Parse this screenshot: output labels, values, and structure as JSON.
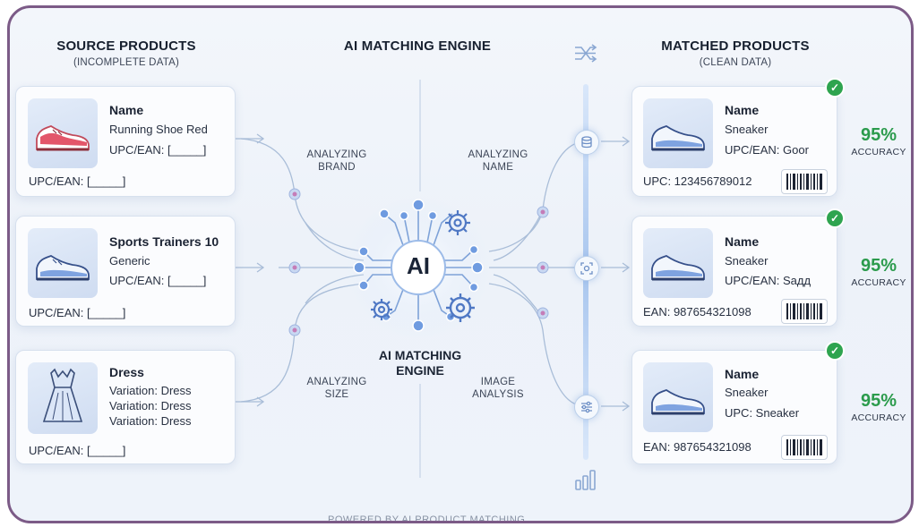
{
  "source": {
    "heading": "SOURCE PRODUCTS",
    "subheading": "(INCOMPLETE DATA)",
    "cards": [
      {
        "name": "Name",
        "lines": [
          "Running Shoe Red",
          "UPC/EAN: [_____]"
        ],
        "footer": "UPC/EAN: [_____]",
        "icon": "red-sneaker-icon"
      },
      {
        "name": "Sports Trainers 10",
        "lines": [
          "Generic",
          "UPC/EAN: [_____]"
        ],
        "footer": "UPC/EAN: [_____]",
        "icon": "blue-sneaker-icon"
      },
      {
        "name": "Dress",
        "lines": [
          "Variation: Dress",
          "Variation: Dress",
          "Variation: Dress"
        ],
        "footer": "UPC/EAN: [_____]",
        "icon": "dress-icon"
      }
    ]
  },
  "engine": {
    "heading": "AI MATCHING ENGINE",
    "core_label": "AI",
    "caption_line1": "AI MATCHING",
    "caption_line2": "ENGINE",
    "analysis_labels": {
      "brand": [
        "ANALYZING",
        "BRAND"
      ],
      "size": [
        "ANALYZING",
        "SIZE"
      ],
      "name": [
        "ANALYZING",
        "NAME"
      ],
      "image": [
        "IMAGE",
        "ANALYSIS"
      ]
    },
    "pipeline_icons": [
      "shuffle-icon",
      "database-icon",
      "scan-icon",
      "sliders-icon",
      "bar-chart-icon"
    ]
  },
  "matched": {
    "heading": "MATCHED PRODUCTS",
    "subheading": "(CLEAN DATA)",
    "cards": [
      {
        "name": "Name",
        "lines": [
          "Sneaker",
          "UPC/EAN: Goor"
        ],
        "footer": "UPC: 123456789012",
        "accuracy": "95%",
        "accuracy_label": "ACCURACY",
        "icon": "sneaker-icon"
      },
      {
        "name": "Name",
        "lines": [
          "Sneaker",
          "UPC/EAN: Sадд"
        ],
        "footer": "EAN: 987654321098",
        "accuracy": "95%",
        "accuracy_label": "ACCURACY",
        "icon": "sneaker-icon"
      },
      {
        "name": "Name",
        "lines": [
          "Sneaker",
          "UPC: Sneaker"
        ],
        "footer": "EAN: 987654321098",
        "accuracy": "95%",
        "accuracy_label": "ACCURACY",
        "icon": "sneaker-icon"
      }
    ]
  },
  "footer": "POWERED BY AI PRODUCT MATCHING",
  "colors": {
    "frame": "#7c5b87",
    "accent": "#2b9b4c",
    "line": "#9fb8da",
    "node": "#8fb0e3"
  }
}
